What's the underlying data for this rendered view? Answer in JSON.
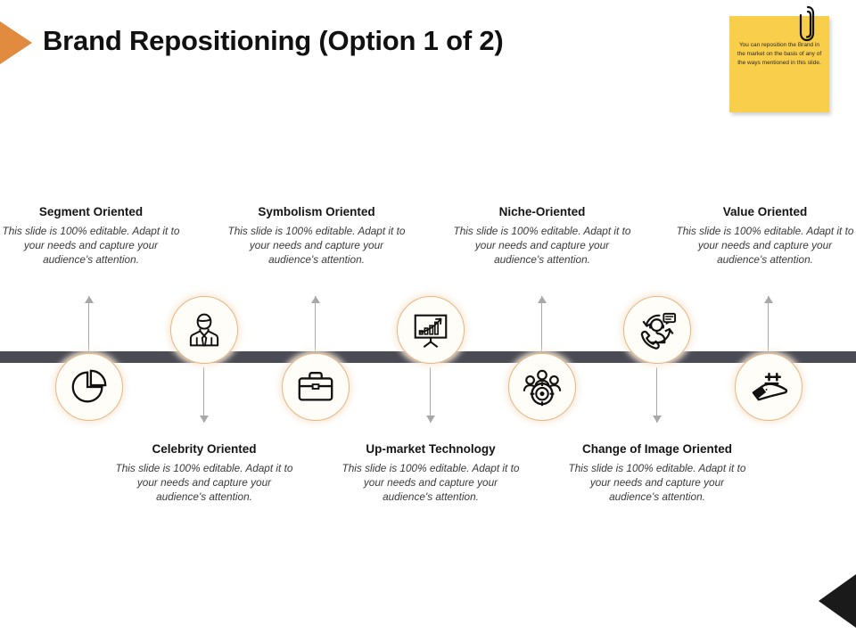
{
  "slide": {
    "title": "Brand Repositioning (Option 1 of 2)",
    "accent_orange": "#E08B3E",
    "bar_color": "#4B4B55",
    "circle_border": "#E8B583",
    "sticky_color": "#F9CE4B"
  },
  "sticky_note": {
    "name": "sticky-note",
    "text": "You can reposition the Brand in the market on the basis of any of the ways mentioned in this slide."
  },
  "body_text": "This slide is 100% editable. Adapt it to your needs and capture your audience's attention.",
  "items": [
    {
      "title": "Segment Oriented",
      "body": "This slide is 100% editable. Adapt it to your needs and capture your audience's attention.",
      "icon": "pie-chart-icon",
      "position": "top"
    },
    {
      "title": "Celebrity Oriented",
      "body": "This slide is 100% editable. Adapt it to your needs and capture your audience's attention.",
      "icon": "businessman-icon",
      "position": "bottom"
    },
    {
      "title": "Symbolism Oriented",
      "body": "This slide is 100% editable. Adapt it to your needs and capture your audience's attention.",
      "icon": "briefcase-icon",
      "position": "top"
    },
    {
      "title": "Up-market Technology",
      "body": "This slide is 100% editable. Adapt it to your needs and capture your audience's attention.",
      "icon": "growth-presentation-icon",
      "position": "bottom"
    },
    {
      "title": "Niche-Oriented",
      "body": "This slide is 100% editable. Adapt it to your needs and capture your audience's attention.",
      "icon": "target-audience-icon",
      "position": "top"
    },
    {
      "title": "Change of Image Oriented",
      "body": "This slide is 100% editable. Adapt it to your needs and capture your audience's attention.",
      "icon": "customer-support-icon",
      "position": "bottom"
    },
    {
      "title": "Value Oriented",
      "body": "This slide is 100% editable. Adapt it to your needs and capture your audience's attention.",
      "icon": "hand-value-icon",
      "position": "top"
    }
  ],
  "decorations": {
    "top_left_arrow": "orange-right-triangle",
    "bottom_right_arrow": "black-left-triangle"
  }
}
